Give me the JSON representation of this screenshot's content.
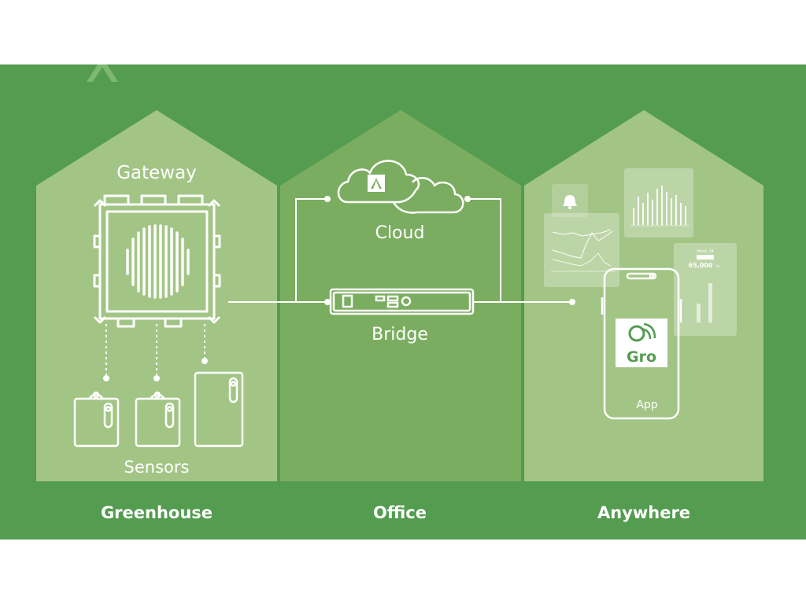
{
  "zones": [
    {
      "name": "Greenhouse"
    },
    {
      "name": "Office"
    },
    {
      "name": "Anywhere"
    }
  ],
  "components": {
    "gateway": "Gateway",
    "sensors": "Sensors",
    "cloud": "Cloud",
    "bridge": "Bridge",
    "app": "App",
    "app_logo_text": "Gro"
  },
  "phone_card_text": {
    "header": "Week 24",
    "value": "65,000",
    "unit": "lx"
  },
  "colors": {
    "background": "#539c50",
    "house_greenhouse": "#a2c585",
    "house_office": "#7bad60",
    "house_anywhere": "#a2c585",
    "line": "#ffffff"
  },
  "icons": [
    "brand-logo-icon",
    "cloud-icon",
    "gateway-device-icon",
    "sensor-device-icon",
    "bridge-device-icon",
    "phone-icon",
    "bell-icon",
    "chart-icon"
  ]
}
